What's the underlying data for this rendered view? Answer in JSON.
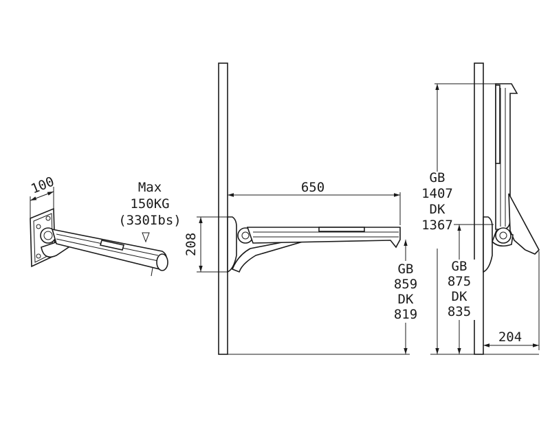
{
  "labels": {
    "max_title": "Max",
    "max_kg": "150KG",
    "max_lbs": "(330Ibs)",
    "depth_100": "100",
    "height_208": "208",
    "length_650": "650",
    "width_204": "204",
    "floor_seat": [
      "GB",
      "859",
      "DK",
      "819"
    ],
    "floor_pivot": [
      "GB",
      "875",
      "DK",
      "835"
    ],
    "floor_top": [
      "GB",
      "1407",
      "DK",
      "1367"
    ]
  }
}
